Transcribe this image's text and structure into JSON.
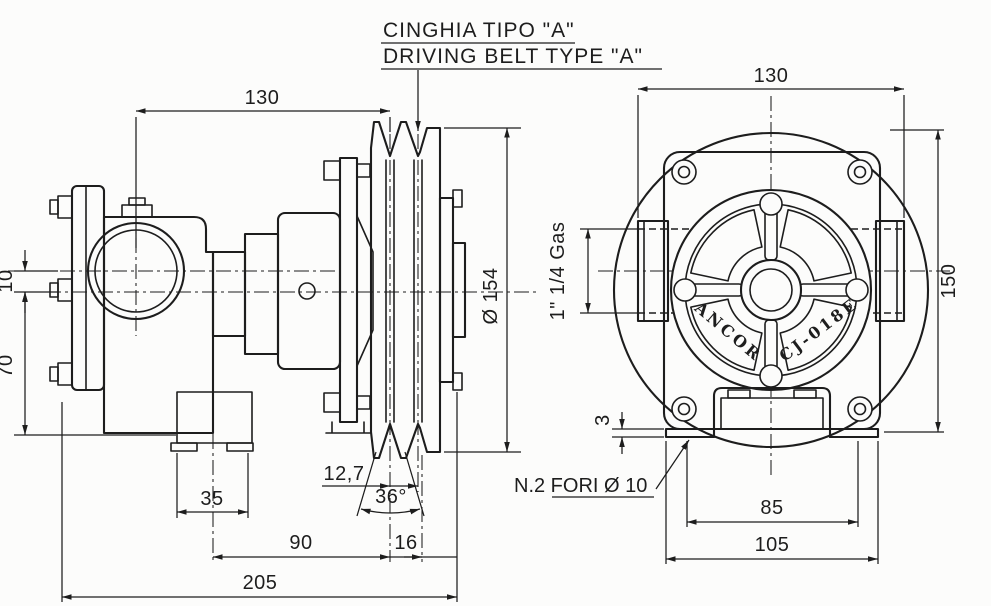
{
  "page": {
    "background": "#fcfcfb",
    "line_color": "#1d1d1d"
  },
  "titles": {
    "belt_it": "CINGHIA TIPO \"A\"",
    "belt_en": "DRIVING BELT TYPE \"A\""
  },
  "branding": {
    "brand": "ANCOR",
    "model": "CJ-018E"
  },
  "notes": {
    "holes": "N.2 FORI Ø 10",
    "port_thread": "1\" 1/4 Gas"
  },
  "dimensions": {
    "side_pulley_offset": "130",
    "front_port_width": "130",
    "pulley_diameter": "Ø 154",
    "overall_height": "150",
    "port_offset": "10",
    "axis_to_base": "70",
    "outlet_width": "35",
    "groove_pitch": "12,7",
    "groove_angle": "36°",
    "outlet_to_groove": "90",
    "groove_to_end": "16",
    "overall_length": "205",
    "base_thickness": "3",
    "foot_hole_spacing": "85",
    "foot_width": "105"
  }
}
